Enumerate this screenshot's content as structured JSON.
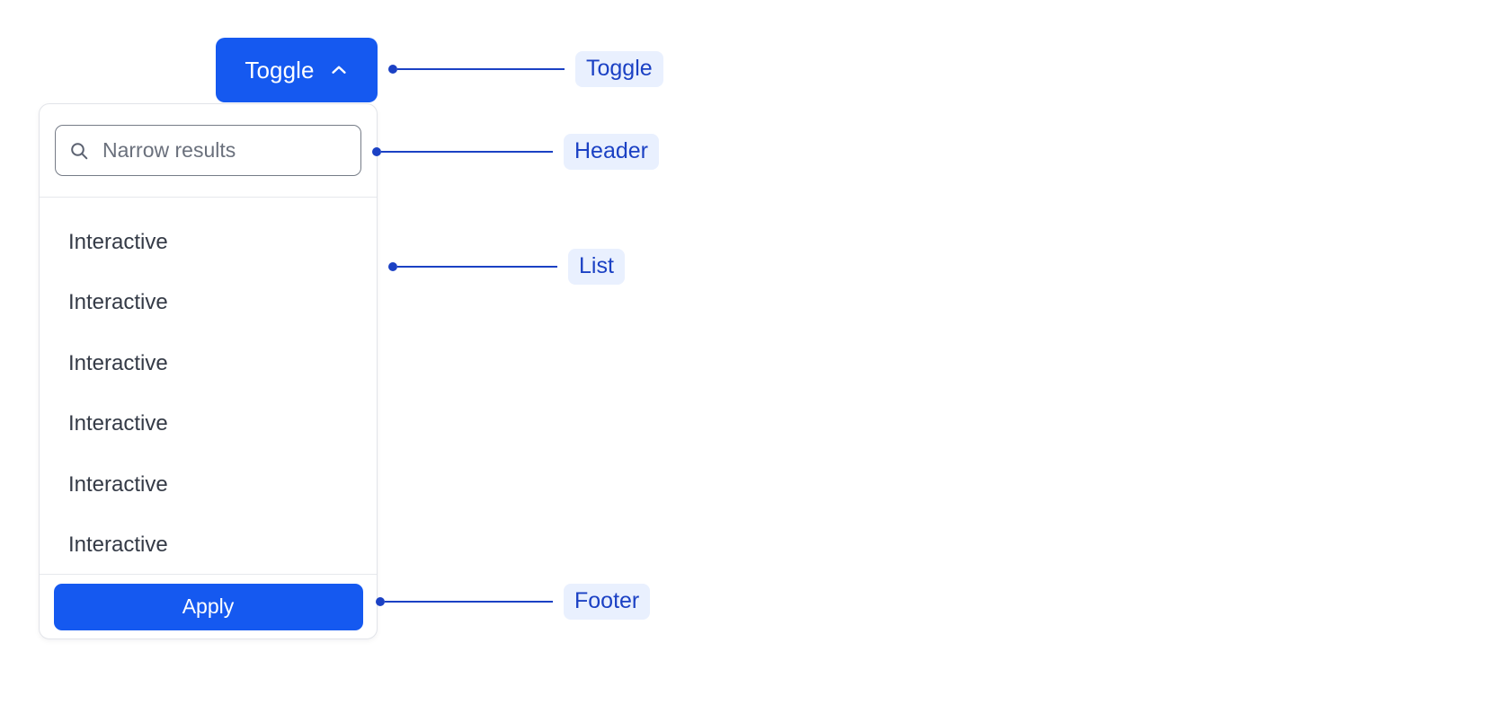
{
  "toggle": {
    "label": "Toggle",
    "icon": "chevron-up-icon",
    "expanded": true,
    "background_color": "#1559f0",
    "text_color": "#ffffff"
  },
  "panel": {
    "header": {
      "search": {
        "icon": "search-icon",
        "placeholder": "Narrow results",
        "value": ""
      }
    },
    "list": {
      "items": [
        {
          "label": "Interactive"
        },
        {
          "label": "Interactive"
        },
        {
          "label": "Interactive"
        },
        {
          "label": "Interactive"
        },
        {
          "label": "Interactive"
        },
        {
          "label": "Interactive"
        }
      ]
    },
    "footer": {
      "apply_label": "Apply",
      "apply_background_color": "#1559f0"
    },
    "border_color": "#e2e4e9",
    "divider_color": "#e6e8ec"
  },
  "annotations": {
    "accent_color": "#1b41c4",
    "pill_background_color": "#e9f0fe",
    "items": [
      {
        "id": "toggle",
        "label": "Toggle"
      },
      {
        "id": "header",
        "label": "Header"
      },
      {
        "id": "list",
        "label": "List"
      },
      {
        "id": "footer",
        "label": "Footer"
      }
    ]
  }
}
